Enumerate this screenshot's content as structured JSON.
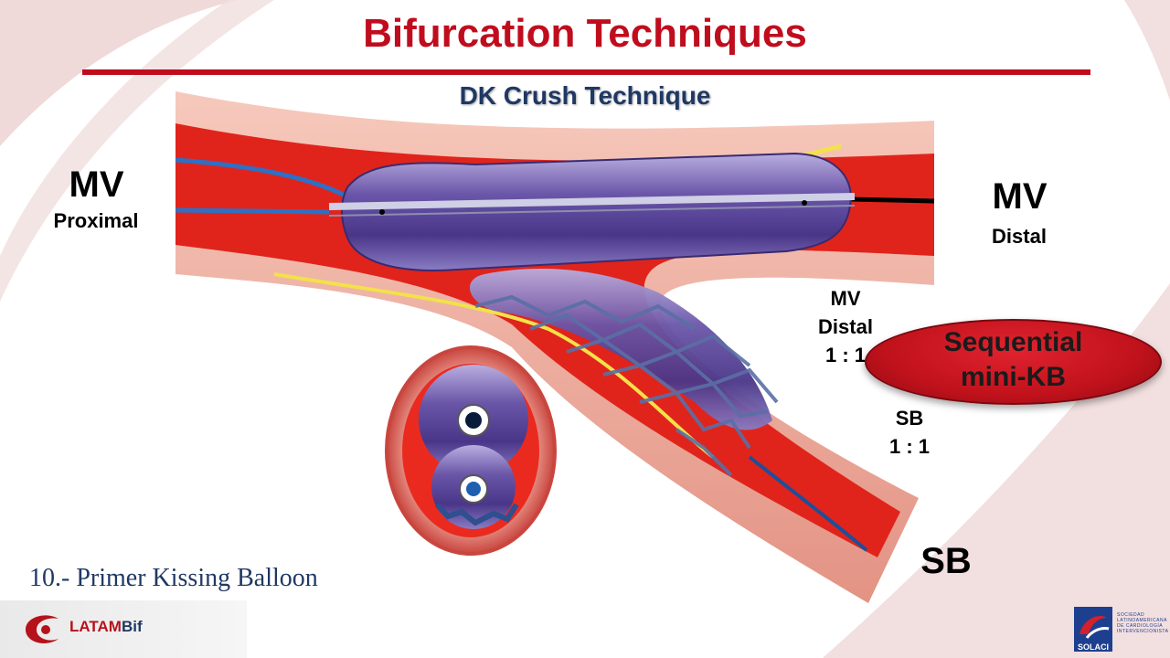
{
  "slide": {
    "title": "Bifurcation Techniques",
    "subtitle": "DK Crush Technique",
    "footer_note": "10.- Primer Kissing Balloon"
  },
  "labels": {
    "mv_proximal_main": "MV",
    "mv_proximal_sub": "Proximal",
    "mv_distal_main": "MV",
    "mv_distal_sub": "Distal",
    "mv_distal_ratio_line1": "MV",
    "mv_distal_ratio_line2": "Distal",
    "mv_distal_ratio_line3": "1 : 1",
    "sb_ratio_line1": "SB",
    "sb_ratio_line2": "1 : 1",
    "sb_main": "SB"
  },
  "callout": {
    "line1": "Sequential",
    "line2": "mini-KB"
  },
  "logos": {
    "latam_part1": "LATAM",
    "latam_part2": "Bif",
    "solaci": "SOLACI",
    "solaci_desc": "SOCIEDAD LATINOAMERICANA DE CARDIOLOGÍA INTERVENCIONISTA"
  },
  "colors": {
    "title_red": "#c00d1e",
    "subtitle_navy": "#1f3864",
    "vessel_red": "#e0241b",
    "vessel_wall": "#f0a99a",
    "balloon_purple": "#6f5ba8",
    "stent_blue": "#5a6fa6",
    "callout_red": "#c1121c"
  }
}
